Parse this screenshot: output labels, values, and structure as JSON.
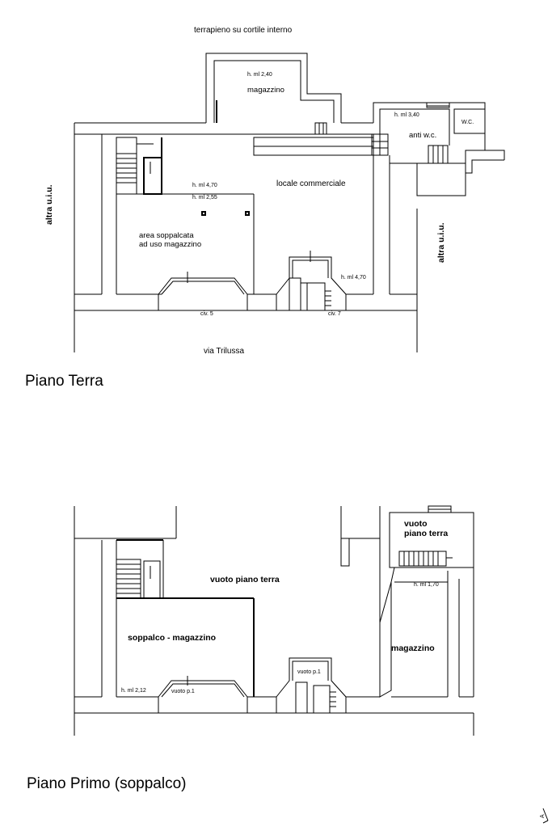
{
  "ground_floor": {
    "title": "Piano Terra",
    "top_label": "terrapieno su cortile interno",
    "street": "via Trilussa",
    "left_neighbor": "altra u.i.u.",
    "right_neighbor": "altra u.i.u.",
    "rooms": {
      "storage": "magazzino",
      "storage_height": "h. ml 2,40",
      "commercial": "locale commerciale",
      "height_470_a": "h. ml 4,70",
      "height_255": "h. ml 2,55",
      "mezzanine_line1": "area soppalcata",
      "mezzanine_line2": "ad uso magazzino",
      "height_470_b": "h. ml 4,70",
      "anti_wc": "anti w.c.",
      "anti_wc_height": "h. ml 3,40",
      "wc": "W.C."
    },
    "civic_5": "civ. 5",
    "civic_7": "civ. 7"
  },
  "first_floor": {
    "title": "Piano Primo (soppalco)",
    "void_ground_main": "vuoto piano terra",
    "void_ground_right_line1": "vuoto",
    "void_ground_right_line2": "piano terra",
    "mezzanine_storage": "soppalco - magazzino",
    "storage": "magazzino",
    "height_212": "h. ml 2,12",
    "height_170": "h. ml 1,70",
    "void_p1_a": "vuoto p.1",
    "void_p1_b": "vuoto p.1"
  },
  "corner_mark": "A"
}
